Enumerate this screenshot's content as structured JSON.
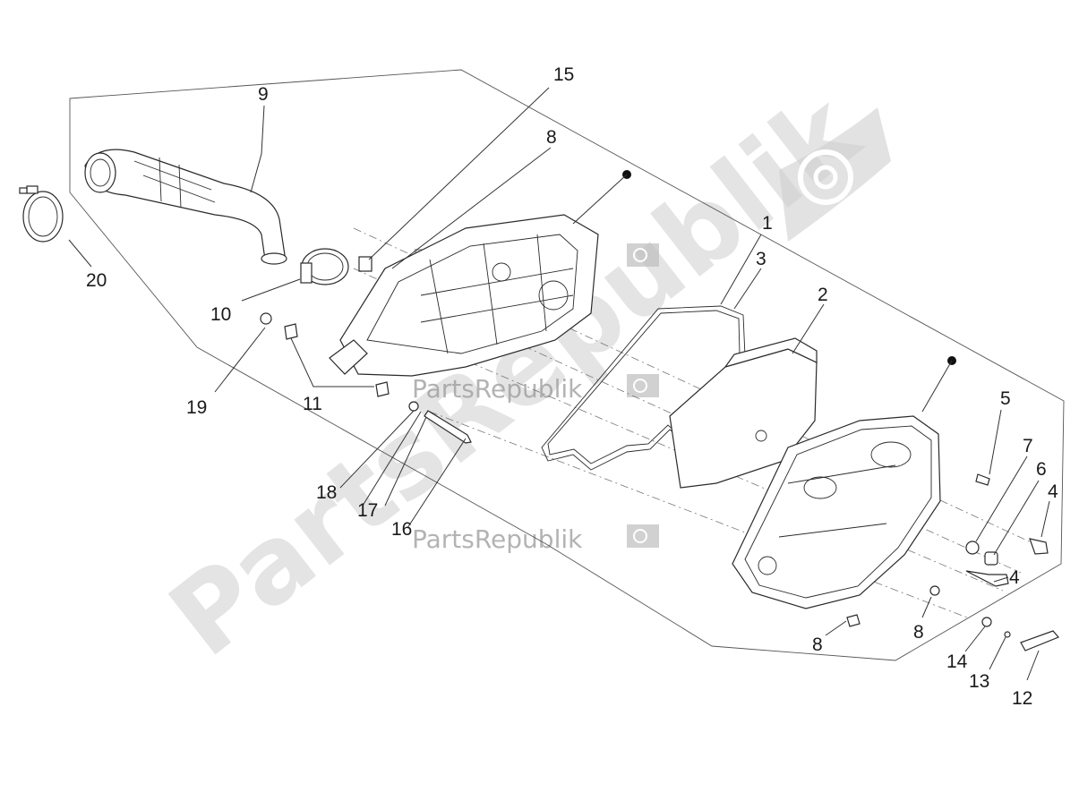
{
  "watermark": {
    "brand_large": "PartsRepublik",
    "brand_small": "PartsRepublik"
  },
  "callouts": [
    "1",
    "2",
    "3",
    "4",
    "4",
    "5",
    "6",
    "7",
    "8",
    "8",
    "8",
    "9",
    "10",
    "11",
    "12",
    "13",
    "14",
    "15",
    "16",
    "17",
    "18",
    "19",
    "20"
  ]
}
